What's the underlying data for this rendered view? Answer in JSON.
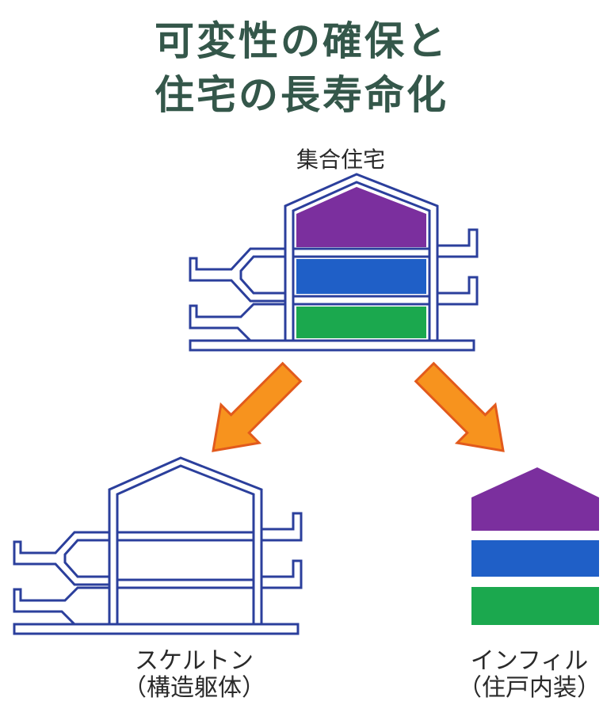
{
  "title": {
    "line1": "可変性の確保と",
    "line2": "住宅の長寿命化"
  },
  "top_label": "集合住宅",
  "skeleton": {
    "line1": "スケルトン",
    "line2": "（構造躯体）"
  },
  "infill": {
    "line1": "インフィル",
    "line2": "（住戸内装）"
  },
  "colors": {
    "title": "#34574a",
    "outline": "#2b3f9c",
    "roof_unit": "#7b2f9e",
    "middle_unit": "#1f5fc7",
    "bottom_unit": "#1ba84e",
    "arrow_fill": "#f7931e",
    "arrow_edge": "#e25a1c"
  }
}
